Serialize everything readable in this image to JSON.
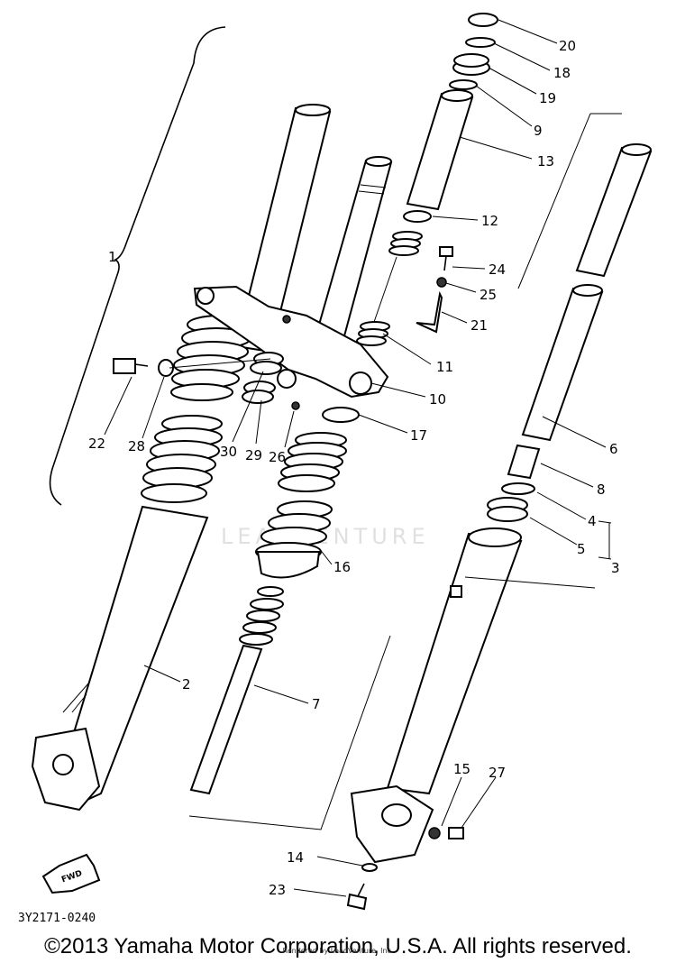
{
  "diagram": {
    "part_labels": [
      "1",
      "2",
      "3",
      "4",
      "5",
      "6",
      "7",
      "8",
      "9",
      "10",
      "11",
      "12",
      "13",
      "14",
      "15",
      "16",
      "17",
      "18",
      "19",
      "20",
      "21",
      "22",
      "23",
      "24",
      "25",
      "26",
      "27",
      "28",
      "29",
      "30"
    ],
    "diagram_code": "3Y2171-0240",
    "fwd_marker": "FWD",
    "watermark": "LEADVENTURE"
  },
  "footer": {
    "copyright": "©2013 Yamaha Motor Corporation, U.S.A. All rights reserved.",
    "rendered_note": "Rendered by LeadVenture, Inc."
  }
}
